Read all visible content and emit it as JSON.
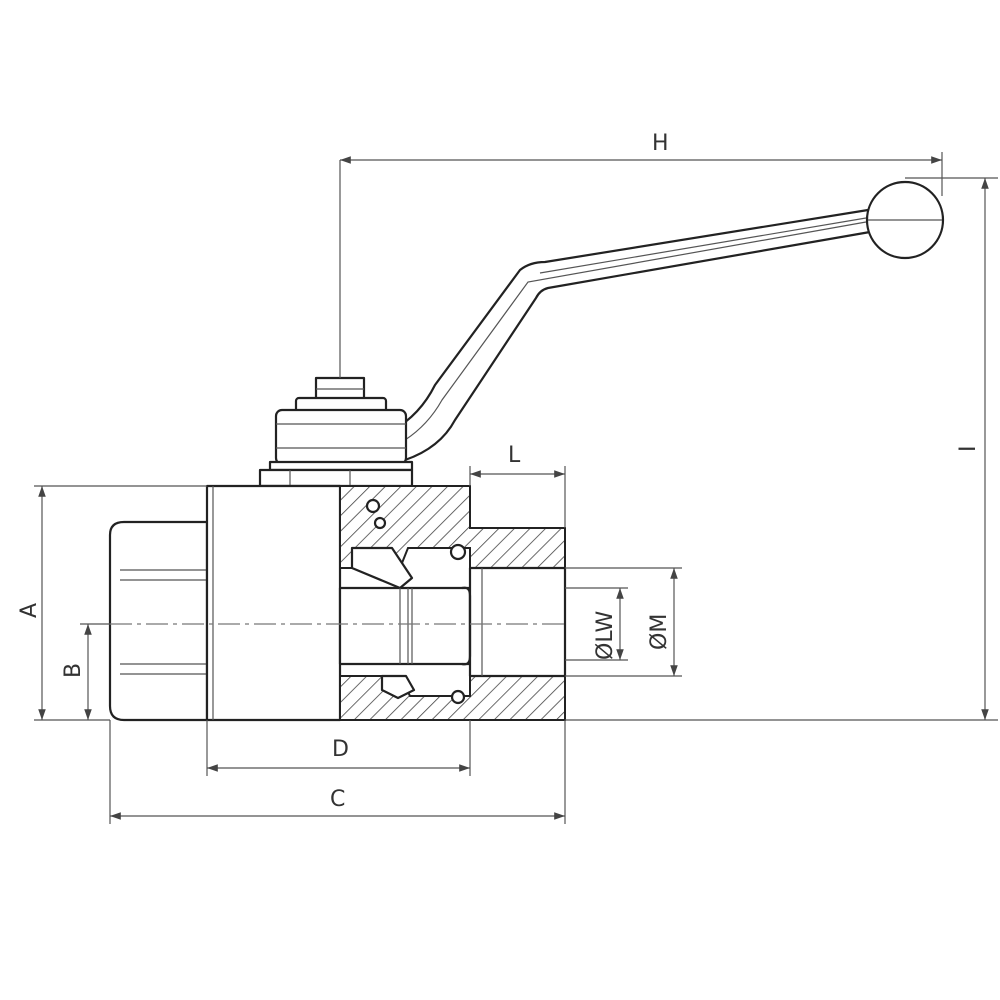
{
  "labels": {
    "H": "H",
    "I": "I",
    "L": "L",
    "A": "A",
    "B": "B",
    "D": "D",
    "C": "C",
    "LW": "ØLW",
    "M": "ØM"
  }
}
